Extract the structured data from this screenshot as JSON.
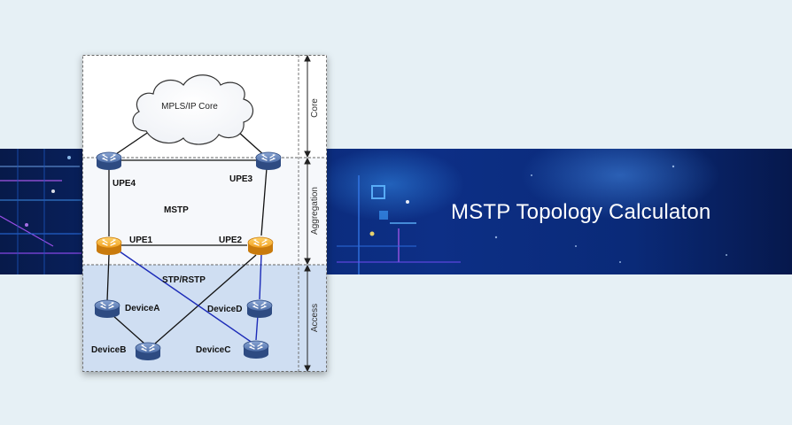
{
  "banner": {
    "title": "MSTP Topology Calculaton"
  },
  "diagram": {
    "cloud_label": "MPLS/IP Core",
    "zones": {
      "core": "Core",
      "aggregation": "Aggregation",
      "access": "Access"
    },
    "protocols": {
      "mstp": "MSTP",
      "stp": "STP/RSTP"
    },
    "nodes": {
      "upe4": "UPE4",
      "upe3": "UPE3",
      "upe1": "UPE1",
      "upe2": "UPE2",
      "device_a": "DeviceA",
      "device_d": "DeviceD",
      "device_b": "DeviceB",
      "device_c": "DeviceC"
    },
    "colors": {
      "blue_router": "#4c6da6",
      "orange_router": "#f2a623",
      "blocked_link": "#1c2bb8",
      "access_zone": "#cfdef2"
    }
  }
}
